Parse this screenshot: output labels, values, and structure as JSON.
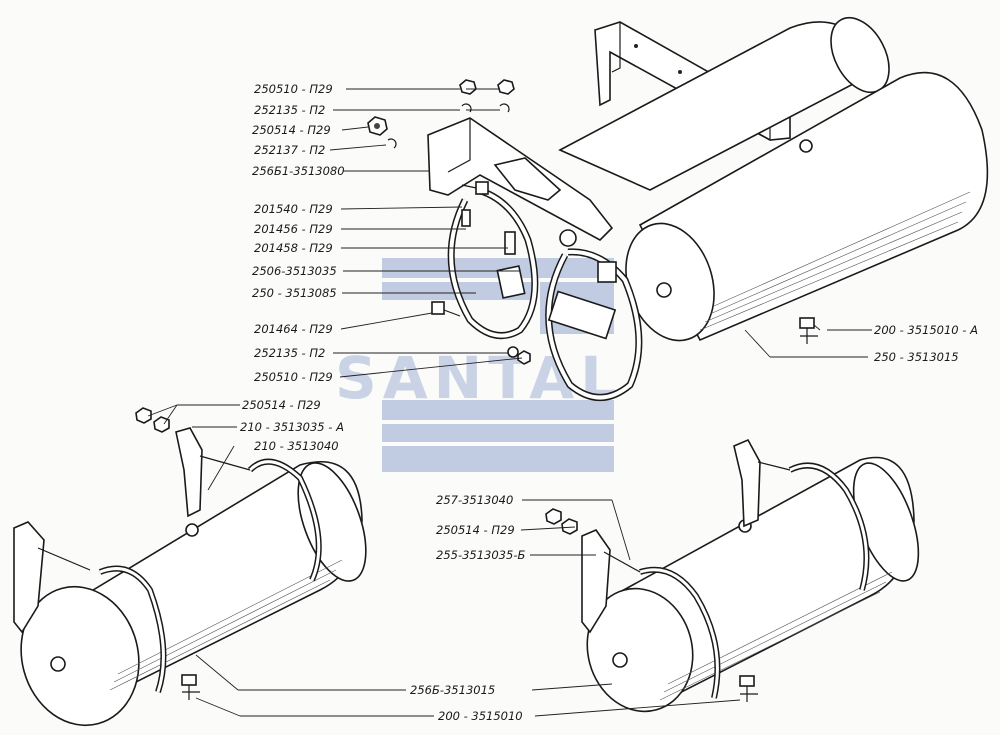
{
  "watermark": {
    "text": "SANTAL",
    "color": "#a9b8d8"
  },
  "callouts": {
    "c01": "250510 - П29",
    "c02": "252135 - П2",
    "c03": "250514 - П29",
    "c04": "252137 - П2",
    "c05": "256Б1-3513080",
    "c06": "201540 - П29",
    "c07": "201456 - П29",
    "c08": "201458 - П29",
    "c09": "2506-3513035",
    "c10": "250 - 3513085",
    "c11": "201464 - П29",
    "c12": "252135 - П2",
    "c13": "250510 - П29",
    "c14": "250514 - П29",
    "c15": "210 - 3513035 - А",
    "c16": "210 - 3513040",
    "c17": "200 - 3515010 - А",
    "c18": "250 - 3513015",
    "c19": "257-3513040",
    "c20": "250514 - П29",
    "c21": "255-3513035-Б",
    "c22": "256Б-3513015",
    "c23": "200 - 3515010"
  }
}
